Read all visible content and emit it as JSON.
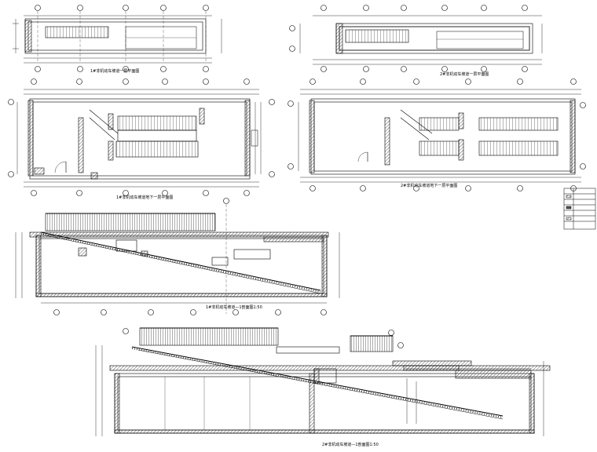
{
  "drawing_type": "architectural CAD sheet",
  "line_color": "#000000",
  "hatch_color": "#333333",
  "views": {
    "plan_a_title": "1#非机动车坡道一层平面图",
    "plan_b_title": "2#非机动车坡道一层平面图",
    "plan_c_title": "1#非机动车坡道地下一层平面图",
    "plan_d_title": "2#非机动车坡道地下一层平面图",
    "section_a_title": "1#非机动车坡道—1剖面图1:50",
    "section_b_title": "2#非机动车坡道—1剖面图1:50"
  },
  "legend": {
    "rows": 7
  }
}
